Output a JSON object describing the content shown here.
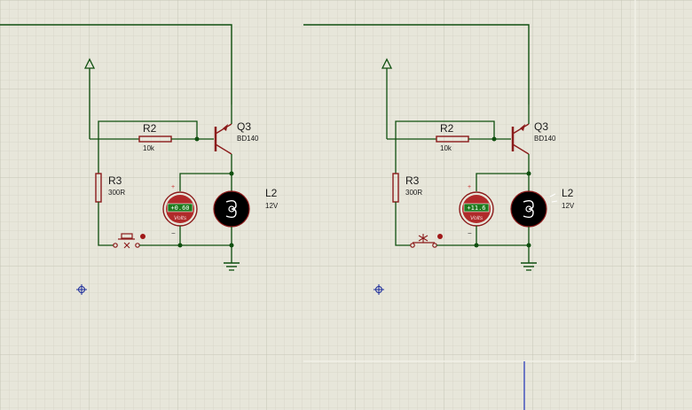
{
  "colors": {
    "background": "#e7e6da",
    "grid_minor": "#d5d4c6",
    "grid_major": "#c6c5b6",
    "wire": "#0f4f0f",
    "component": "#8b1a1a",
    "junction": "#0f4f0f",
    "lamp": "#000000",
    "meter_display": "#1d7a1d",
    "crosshair": "#1a2a9a",
    "cursor_line": "#2233bb"
  },
  "circuits": [
    {
      "resistor_base": {
        "ref": "R2",
        "value": "10k"
      },
      "resistor_switch": {
        "ref": "R3",
        "value": "300R"
      },
      "transistor": {
        "ref": "Q3",
        "part": "BD140"
      },
      "lamp": {
        "ref": "L2",
        "value": "12V"
      },
      "voltmeter": {
        "reading": "+0.60",
        "unit": "Volts"
      },
      "switch_state": "open"
    },
    {
      "resistor_base": {
        "ref": "R2",
        "value": "10k"
      },
      "resistor_switch": {
        "ref": "R3",
        "value": "300R"
      },
      "transistor": {
        "ref": "Q3",
        "part": "BD140"
      },
      "lamp": {
        "ref": "L2",
        "value": "12V"
      },
      "voltmeter": {
        "reading": "+11.6",
        "unit": "Volts"
      },
      "switch_state": "closed"
    }
  ]
}
